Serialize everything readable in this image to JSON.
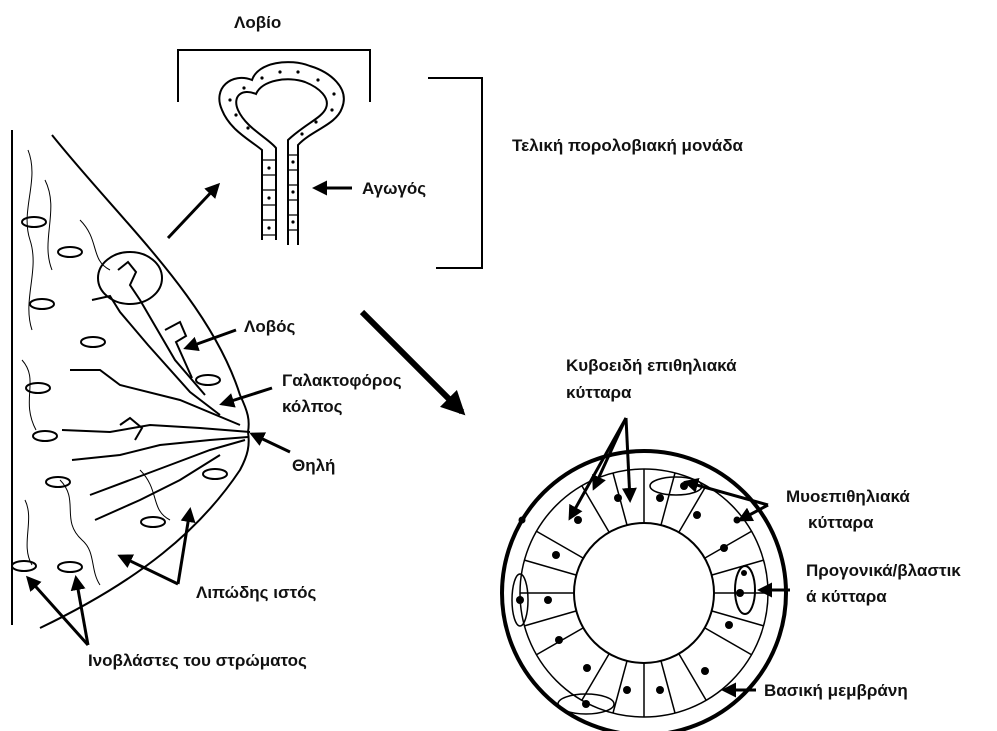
{
  "labels": {
    "lobule": "Λοβίο",
    "tdlu": "Τελική πορολοβιακή μονάδα",
    "duct": "Αγωγός",
    "lobe": "Λοβός",
    "sinus_line1": "Γαλακτοφόρος",
    "sinus_line2": "κόλπος",
    "nipple": "Θηλή",
    "adipose": "Λιπώδης ιστός",
    "fibroblasts": "Ινοβλάστες του στρώματος",
    "cuboidal_line1": "Κυβοειδή επιθηλιακά",
    "cuboidal_line2": "κύτταρα",
    "myo_line1": "Μυοεπιθηλιακά",
    "myo_line2": "κύτταρα",
    "progenitor_line1": "Προγονικά/βλαστικ",
    "progenitor_line2": "ά κύτταρα",
    "basement": "Βασική μεμβράνη"
  },
  "colors": {
    "ink": "#000000",
    "background": "#ffffff"
  }
}
